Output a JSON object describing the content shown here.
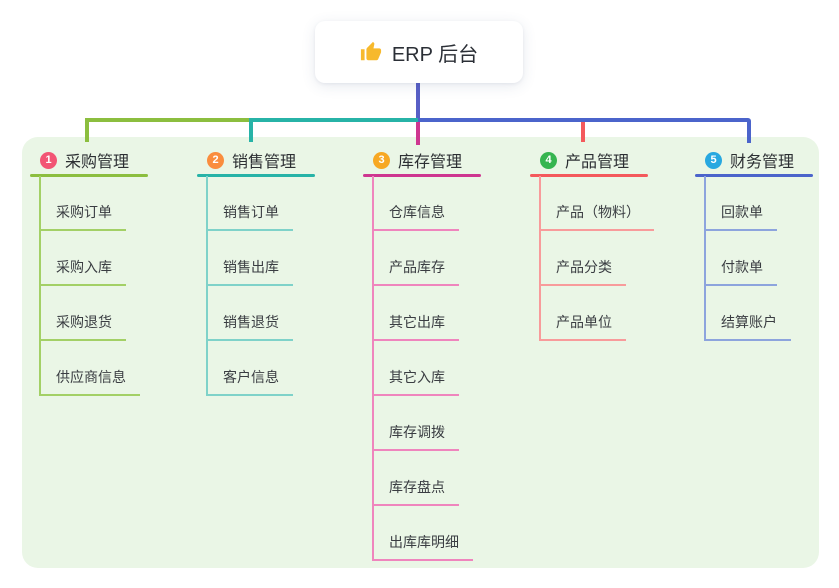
{
  "root": {
    "label": "ERP 后台",
    "icon": "thumbs-up-icon"
  },
  "colors": {
    "panel_background": "#eaf6e6",
    "root_edge": "#585fc6"
  },
  "branches": [
    {
      "number": "1",
      "label": "采购管理",
      "badge_color": "#f25574",
      "line_color": "#8cbe3f",
      "child_line_color": "#a3d066",
      "children": [
        "采购订单",
        "采购入库",
        "采购退货",
        "供应商信息"
      ]
    },
    {
      "number": "2",
      "label": "销售管理",
      "badge_color": "#fa8d3e",
      "line_color": "#27b3a7",
      "child_line_color": "#7fd2c9",
      "children": [
        "销售订单",
        "销售出库",
        "销售退货",
        "客户信息"
      ]
    },
    {
      "number": "3",
      "label": "库存管理",
      "badge_color": "#f7a823",
      "line_color": "#ce3690",
      "child_line_color": "#ef85bd",
      "children": [
        "仓库信息",
        "产品库存",
        "其它出库",
        "其它入库",
        "库存调拨",
        "库存盘点",
        "出库库明细"
      ]
    },
    {
      "number": "4",
      "label": "产品管理",
      "badge_color": "#36b550",
      "line_color": "#f4595c",
      "child_line_color": "#f89b9b",
      "children": [
        "产品（物料）",
        "产品分类",
        "产品单位"
      ]
    },
    {
      "number": "5",
      "label": "财务管理",
      "badge_color": "#28a8e0",
      "line_color": "#4b64cb",
      "child_line_color": "#8da4dd",
      "children": [
        "回款单",
        "付款单",
        "结算账户"
      ]
    }
  ]
}
